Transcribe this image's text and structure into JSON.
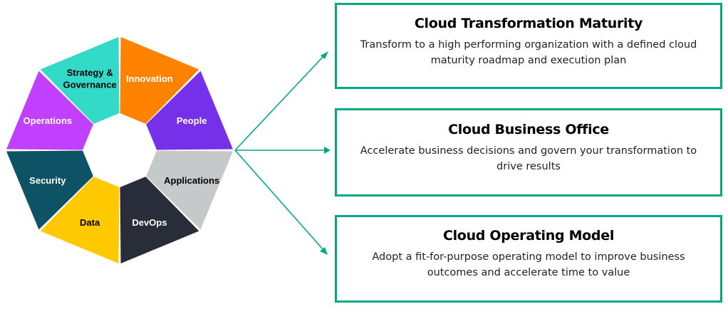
{
  "wheel": {
    "segments": [
      {
        "label": "Innovation",
        "color": "#FF8300",
        "text_color": "#ffffff"
      },
      {
        "label": "People",
        "color": "#7630EA",
        "text_color": "#ffffff"
      },
      {
        "label": "Applications",
        "color": "#C6C9CA",
        "text_color": "#000000"
      },
      {
        "label": "DevOps",
        "color": "#292D3A",
        "text_color": "#ffffff"
      },
      {
        "label": "Data",
        "color": "#FEC901",
        "text_color": "#000000"
      },
      {
        "label": "Security",
        "color": "#0D5265",
        "text_color": "#ffffff"
      },
      {
        "label": "Operations",
        "color": "#C140FF",
        "text_color": "#ffffff"
      },
      {
        "label": "Strategy & Governance",
        "label_lines": [
          "Strategy &",
          "Governance"
        ],
        "color": "#33DAC8",
        "text_color": "#000000"
      }
    ]
  },
  "arrows": {
    "color": "#01A982"
  },
  "cards": [
    {
      "title": "Cloud Transformation Maturity",
      "description": "Transform to a high performing organization with a defined cloud maturity roadmap and execution plan"
    },
    {
      "title": "Cloud Business Office",
      "description": "Accelerate business decisions and govern your transformation to drive results"
    },
    {
      "title": "Cloud Operating Model",
      "description": "Adopt a fit-for-purpose operating model to improve business outcomes and accelerate time to value"
    }
  ]
}
